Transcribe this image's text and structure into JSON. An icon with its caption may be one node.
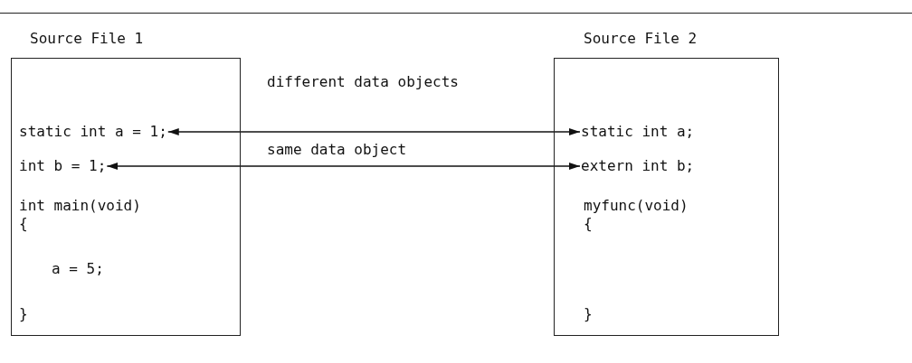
{
  "diagram": {
    "nodes": [
      {
        "text": [
          "Source File 1",
          "int main(void)",
          "{",
          "a = 5;",
          "}"
        ]
      },
      {
        "text": [
          "static int a = 1;"
        ],
        "in": 0
      },
      {
        "text": [
          "int b = 1;"
        ],
        "in": 0
      },
      {
        "text": [
          "Source File 2",
          "myfunc(void)",
          "{",
          "}"
        ]
      },
      {
        "text": [
          "static int a;"
        ],
        "in": 3
      },
      {
        "text": [
          "extern int b;"
        ],
        "in": 3
      }
    ],
    "edges": [
      {
        "from": 1,
        "to": 4,
        "arrow": "both",
        "label": "different data objects"
      },
      {
        "from": 2,
        "to": 5,
        "arrow": "both",
        "label": "same data object"
      }
    ]
  }
}
